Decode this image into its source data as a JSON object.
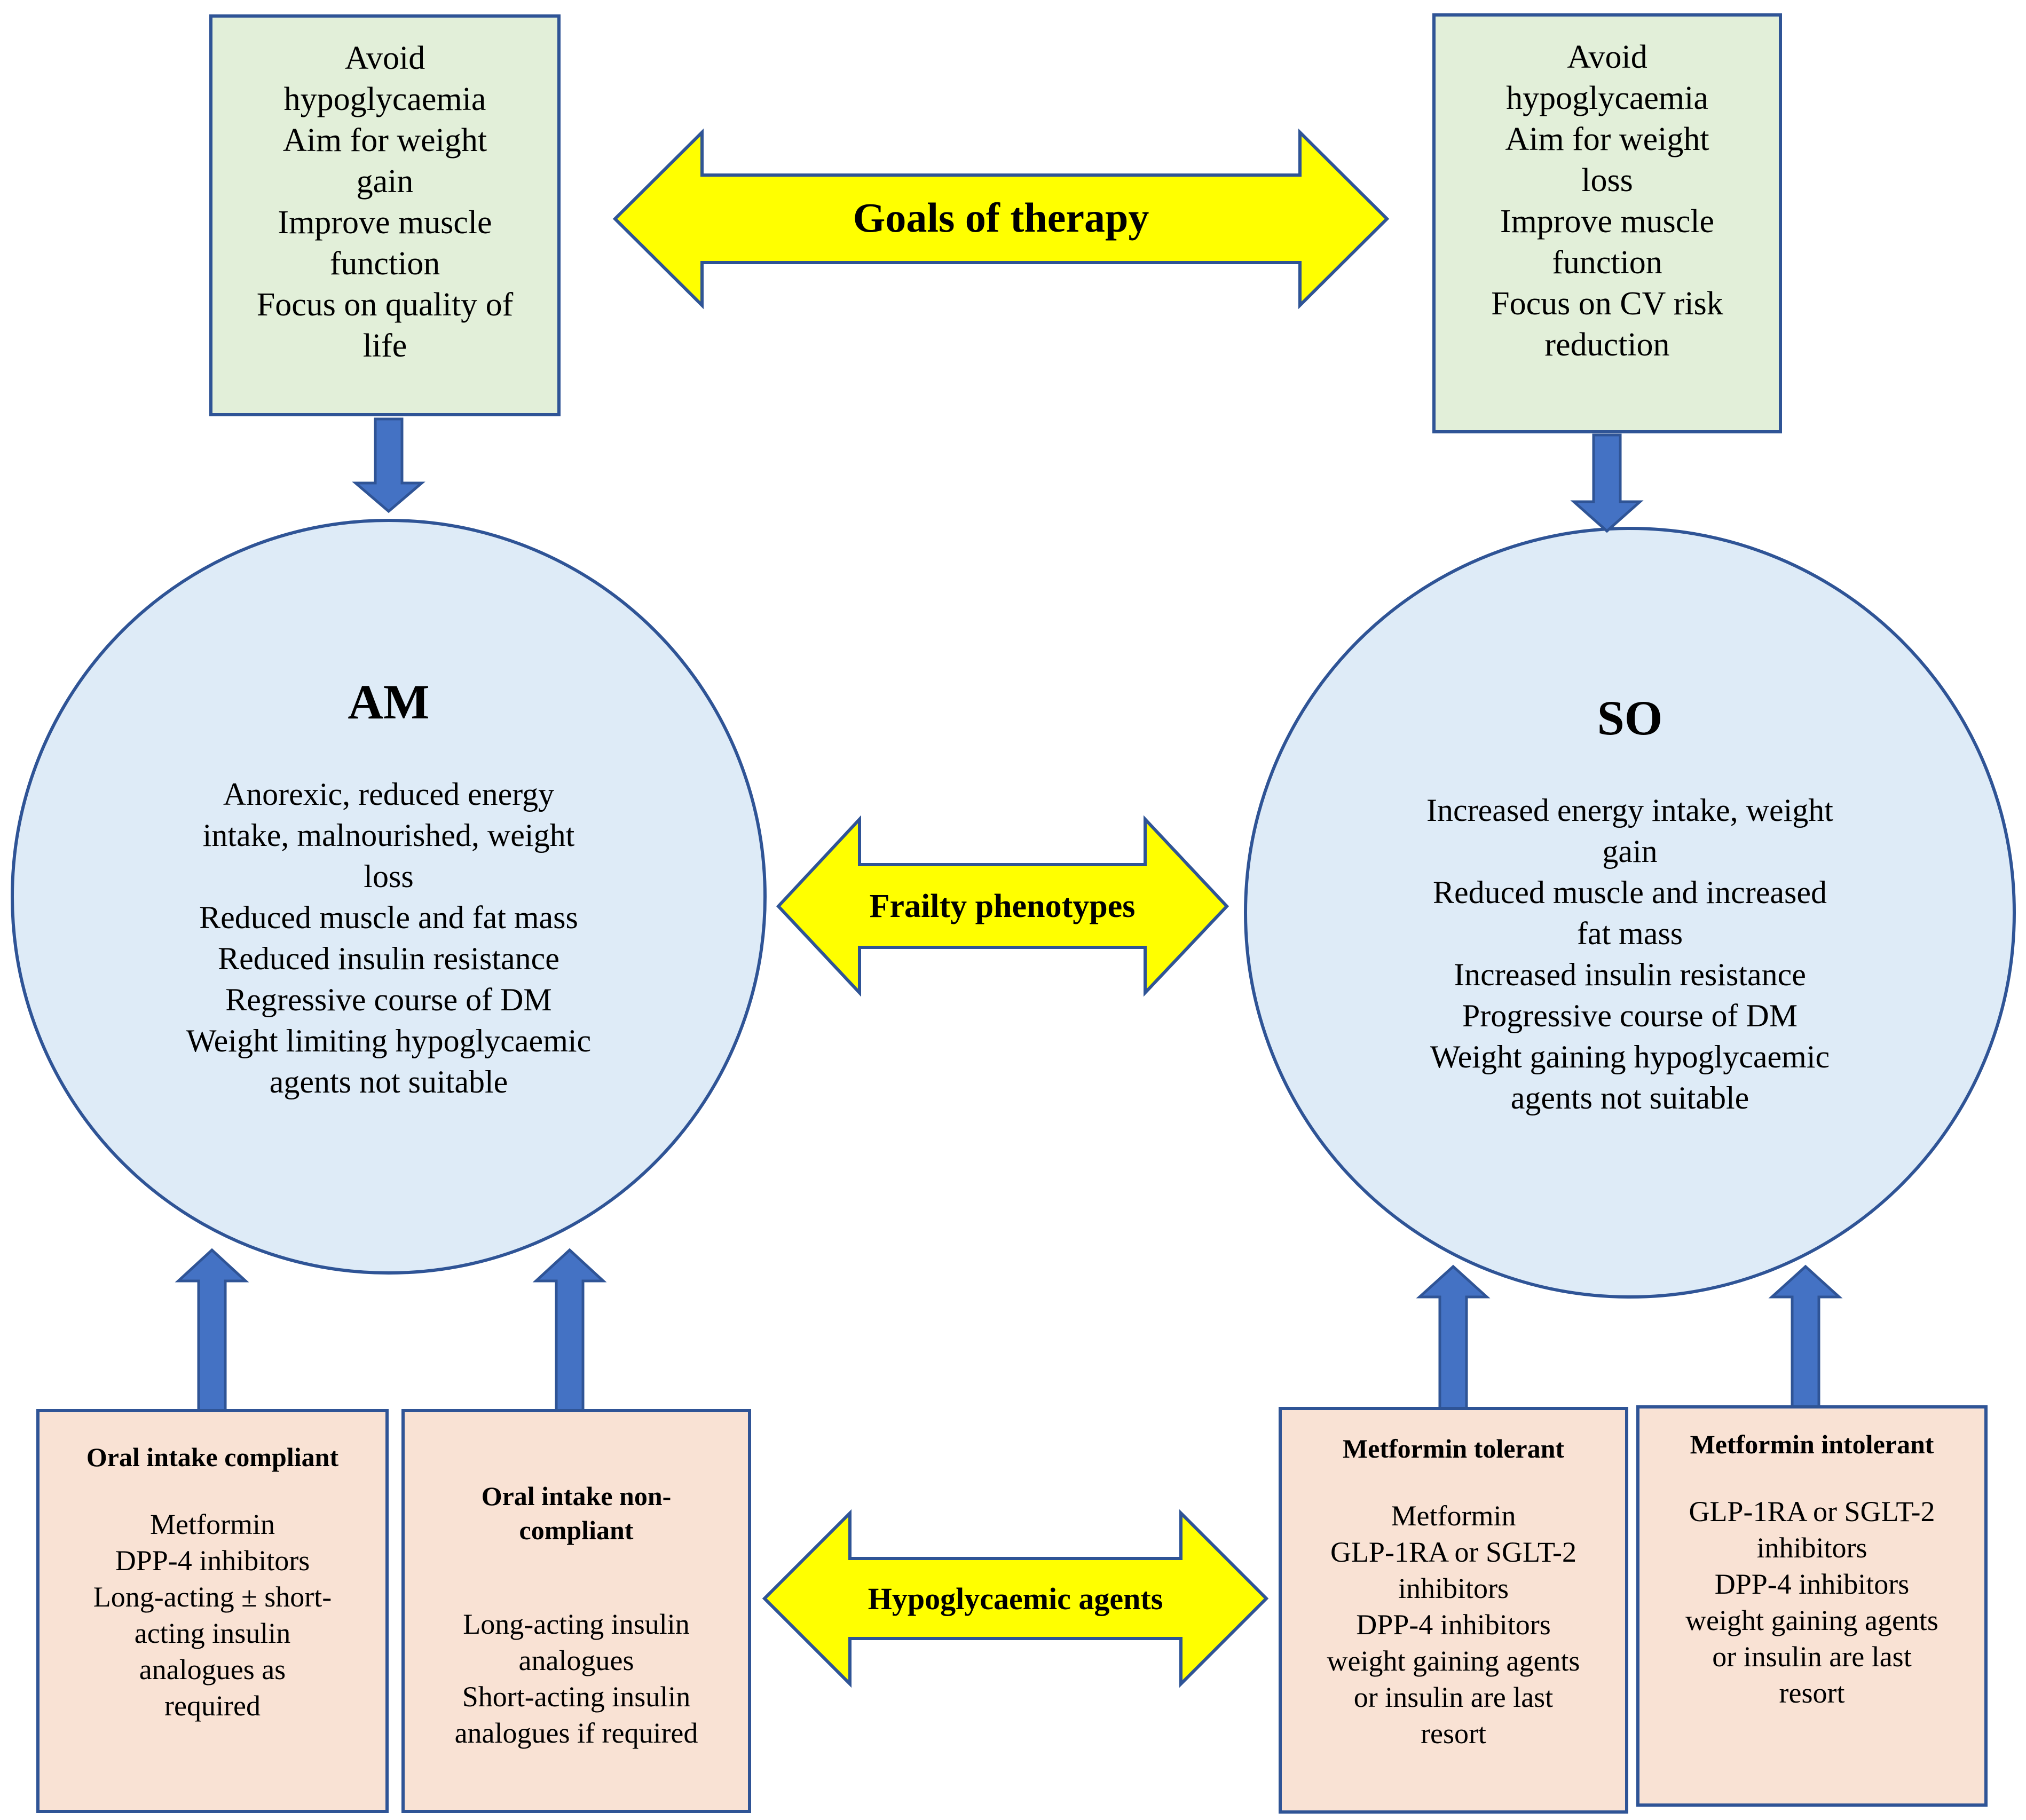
{
  "goals": {
    "am": [
      "Avoid",
      "hypoglycaemia",
      "Aim for weight",
      "gain",
      "Improve muscle",
      "function",
      "Focus on quality of",
      "life"
    ],
    "so": [
      "Avoid",
      "hypoglycaemia",
      "Aim for weight",
      "loss",
      "Improve muscle",
      "function",
      "Focus on CV risk",
      "reduction"
    ]
  },
  "arrows": {
    "goals": "Goals of therapy",
    "frailty": "Frailty phenotypes",
    "agents": "Hypoglycaemic agents"
  },
  "am": {
    "title": "AM",
    "lines": [
      "Anorexic, reduced energy",
      "intake, malnourished, weight",
      "loss",
      "Reduced muscle and fat mass",
      "Reduced insulin resistance",
      "Regressive course of DM",
      "Weight limiting hypoglycaemic",
      "agents not suitable"
    ]
  },
  "so": {
    "title": "SO",
    "lines": [
      "Increased energy intake, weight",
      "gain",
      "Reduced muscle and increased",
      "fat mass",
      "Increased insulin resistance",
      "Progressive course of DM",
      "Weight gaining hypoglycaemic",
      "agents not suitable"
    ]
  },
  "agents": {
    "compliant": {
      "heading": [
        "Oral intake compliant"
      ],
      "lines": [
        "Metformin",
        "DPP-4 inhibitors",
        "Long-acting ± short-",
        "acting insulin",
        "analogues as",
        "required"
      ]
    },
    "noncompliant": {
      "heading": [
        "Oral intake non-",
        "compliant"
      ],
      "lines": [
        "Long-acting insulin",
        "analogues",
        "Short-acting insulin",
        "analogues if required"
      ]
    },
    "tolerant": {
      "heading": [
        "Metformin tolerant"
      ],
      "lines": [
        "Metformin",
        "GLP-1RA or SGLT-2",
        "inhibitors",
        "DPP-4 inhibitors",
        "weight gaining agents",
        "or insulin are last",
        "resort"
      ]
    },
    "intolerant": {
      "heading": [
        "Metformin intolerant"
      ],
      "lines": [
        "GLP-1RA or SGLT-2",
        "inhibitors",
        "DPP-4 inhibitors",
        "weight gaining agents",
        "or insulin are last",
        "resort"
      ]
    }
  },
  "colors": {
    "border": "#2f5496",
    "goal_fill": "#e2efd9",
    "circle_fill": "#deebf7",
    "agent_fill": "#f9e2d4",
    "arrow_fill": "#ffff00",
    "connector": "#4472c4"
  }
}
